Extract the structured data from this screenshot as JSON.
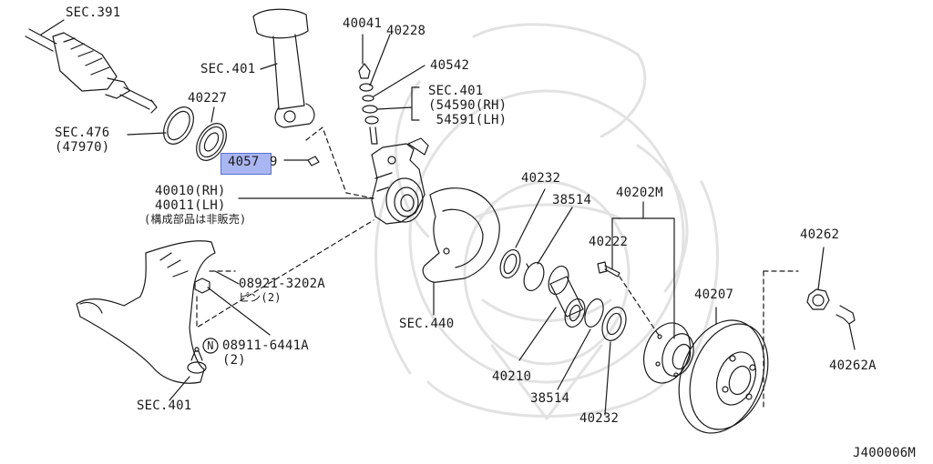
{
  "diagram_id": "J400006M",
  "highlight_color": "#aab6f2",
  "line_color": "#1a1a1a",
  "watermark_color": "#e4e4e4",
  "labels": {
    "sec391": "SEC.391",
    "sec401_top": "SEC.401",
    "p40041": "40041",
    "p40228": "40228",
    "p40542": "40542",
    "sec401_right": "SEC.401",
    "p54590": "(54590(RH)",
    "p54591": " 54591(LH)",
    "p40227": "40227",
    "sec476": "SEC.476",
    "p47970": "(47970)",
    "p40579_hl": "4057",
    "p40579_rest": "9",
    "p40010": "40010(RH)",
    "p40011": "40011(LH)",
    "note_jp": "(構成部品は非販売)",
    "p40232_top": "40232",
    "p38514_top": "38514",
    "p40202m": "40202M",
    "p40222": "40222",
    "p40262": "40262",
    "p08921": "08921-3202A",
    "pin2": "ピン(2)",
    "p40207": "40207",
    "sec440": "SEC.440",
    "n_circle": "N",
    "p08911": "08911-6441A",
    "qty2": "(2)",
    "p40210": "40210",
    "p38514_bot": "38514",
    "p40232_bot": "40232",
    "p40262a": "40262A",
    "sec401_bottom": "SEC.401"
  }
}
